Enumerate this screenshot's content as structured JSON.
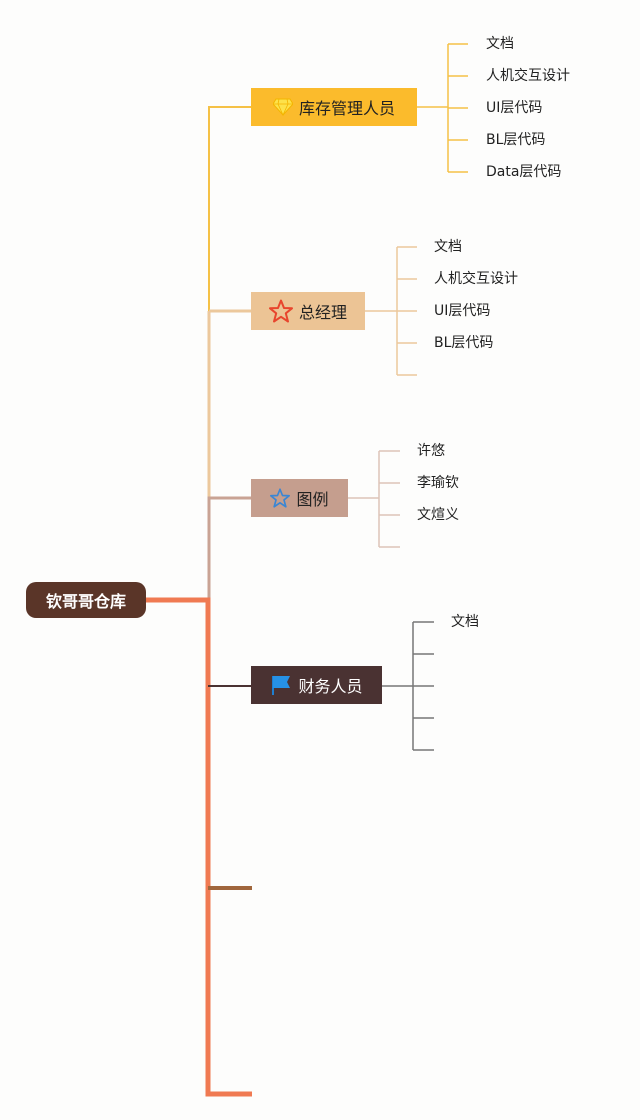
{
  "root": {
    "label": "钦哥哥仓库",
    "color": "#5a3528",
    "text_color": "#ffffff"
  },
  "spine_color": "#f07a52",
  "topics": [
    {
      "label": "库存管理人员",
      "icon": "diamond-icon",
      "color": "#fbbb2c",
      "text_color": "#222222",
      "line_color": "#f5c146",
      "children": [
        "文档",
        "人机交互设计",
        "UI层代码",
        "BL层代码",
        "Data层代码"
      ]
    },
    {
      "label": "总经理",
      "icon": "star-red-icon",
      "color": "#ecc495",
      "text_color": "#222222",
      "line_color": "#ecc89c",
      "children": [
        "文档",
        "人机交互设计",
        "UI层代码",
        "BL层代码",
        ""
      ]
    },
    {
      "label": "图例",
      "icon": "star-blue-icon",
      "color": "#c59e8e",
      "text_color": "#222222",
      "line_color": "#d9bcb0",
      "children": [
        "许悠",
        "李瑜钦",
        "文煊义",
        ""
      ]
    },
    {
      "label": "财务人员",
      "icon": "flag-icon",
      "color": "#4a3232",
      "text_color": "#ffffff",
      "line_color": "#777777",
      "children": [
        "文档",
        "",
        "",
        "",
        ""
      ]
    }
  ],
  "extra_branches": [
    {
      "color": "#a0663c"
    },
    {
      "color": "#f07a52"
    }
  ]
}
